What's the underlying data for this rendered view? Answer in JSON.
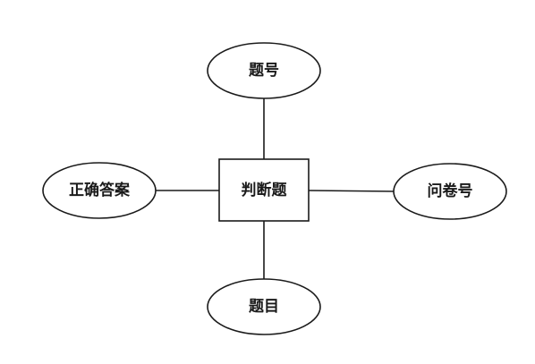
{
  "entity": {
    "label": "判断题"
  },
  "attributes": [
    {
      "id": "top",
      "label": "题号"
    },
    {
      "id": "left",
      "label": "正确答案"
    },
    {
      "id": "right",
      "label": "问卷号"
    },
    {
      "id": "bottom",
      "label": "题目"
    }
  ],
  "colors": {
    "stroke": "#1a1a1a",
    "fill": "#ffffff",
    "background": "#ffffff"
  }
}
